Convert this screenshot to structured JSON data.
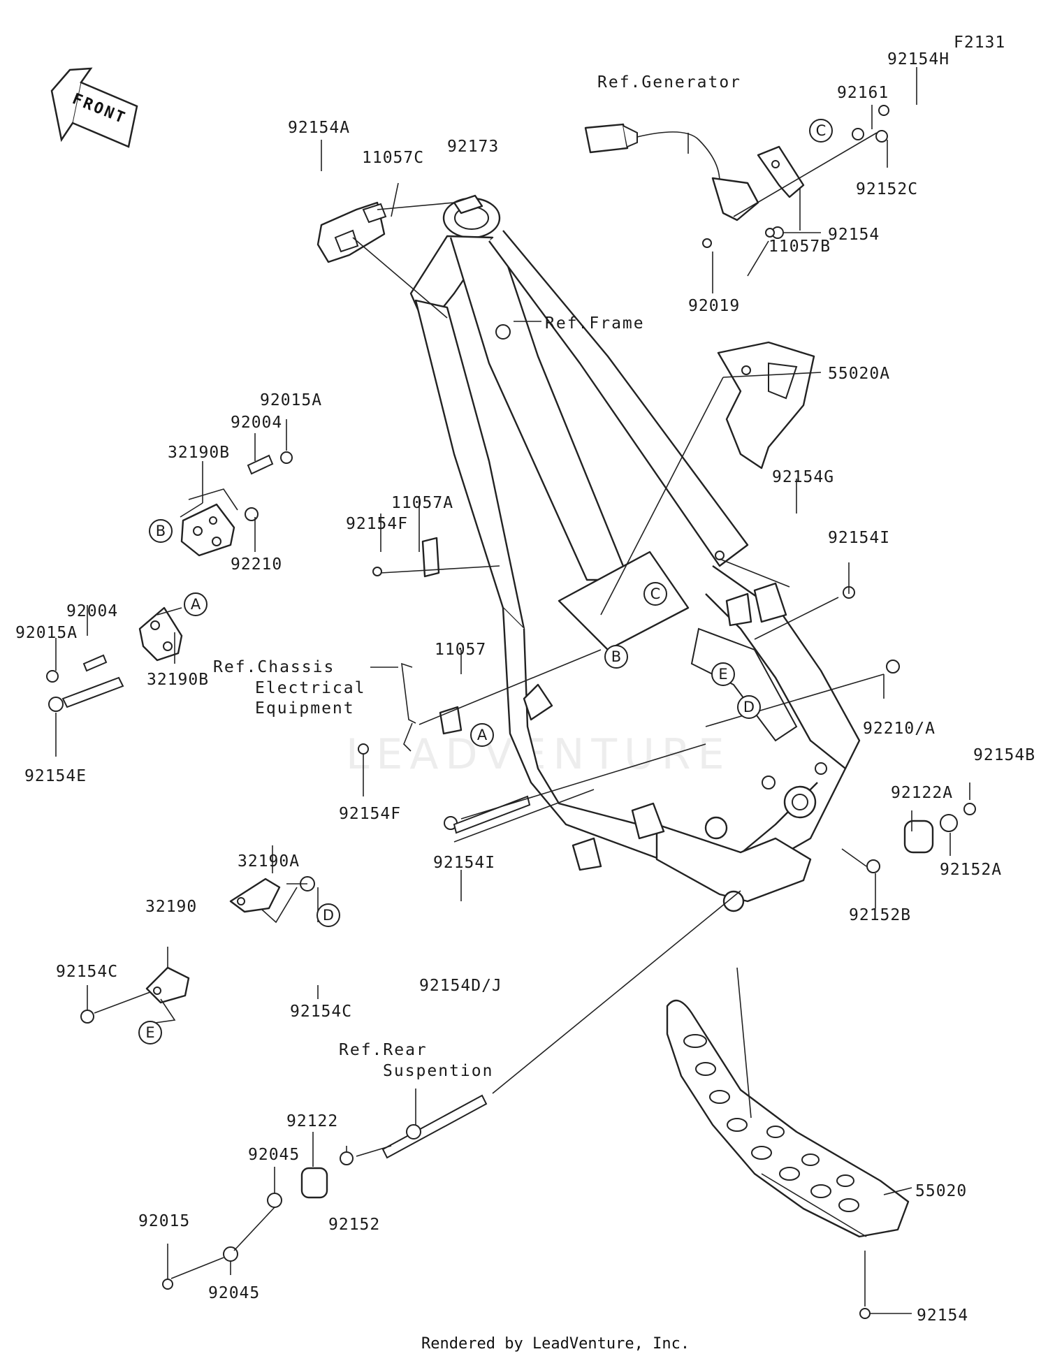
{
  "figure_code": "F2131",
  "front_arrow_label": "FRONT",
  "watermark": "LEADVENTURE",
  "footer": "Rendered by LeadVenture, Inc.",
  "refs": {
    "generator": "Ref.Generator",
    "frame": "Ref.Frame",
    "chassis_1": "Ref.Chassis",
    "chassis_2": "Electrical",
    "chassis_3": "Equipment",
    "rear_1": "Ref.Rear",
    "rear_2": "Suspention"
  },
  "circles": {
    "A": "A",
    "B": "B",
    "C": "C",
    "D": "D",
    "E": "E"
  },
  "parts": {
    "p92154H": "92154H",
    "p92161": "92161",
    "p92152C": "92152C",
    "p11057B": "11057B",
    "p92019": "92019",
    "p92154A": "92154A",
    "p11057C": "11057C",
    "p92173": "92173",
    "p92154_top": "92154",
    "p55020A": "55020A",
    "p92015A_top": "92015A",
    "p92004_top": "92004",
    "p32190B_top": "32190B",
    "p92210": "92210",
    "p11057A": "11057A",
    "p92154F_top": "92154F",
    "p92154G": "92154G",
    "p92154I_right": "92154I",
    "p92004_mid": "92004",
    "p92015A_mid": "92015A",
    "p32190B_mid": "32190B",
    "p92154E": "92154E",
    "p11057": "11057",
    "p92154F_bot": "92154F",
    "p92210A": "92210/A",
    "p92154B": "92154B",
    "p92122A": "92122A",
    "p92152A": "92152A",
    "p92154I_mid": "92154I",
    "p32190A": "32190A",
    "p32190": "32190",
    "p92154C_left": "92154C",
    "p92154C_mid": "92154C",
    "p92152B": "92152B",
    "p92154DJ": "92154D/J",
    "p92122": "92122",
    "p92045_top": "92045",
    "p92015": "92015",
    "p92152": "92152",
    "p92045_bot": "92045",
    "p55020": "55020",
    "p92154_bot": "92154"
  }
}
